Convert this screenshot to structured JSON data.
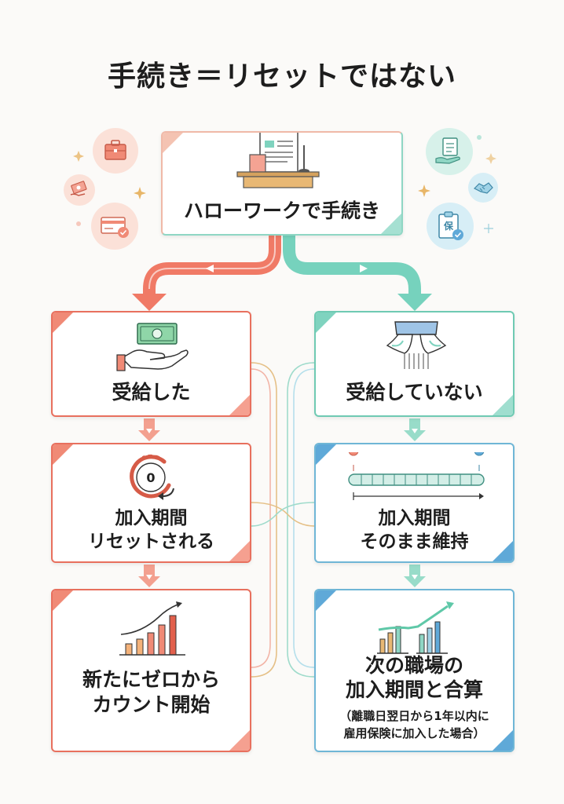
{
  "title": "手続き＝リセットではない",
  "nodes": {
    "start": "ハローワークで手続き",
    "received": "受給した",
    "not_received": "受給していない",
    "reset_line1": "加入期間",
    "reset_line2": "リセットされる",
    "keep_line1": "加入期間",
    "keep_line2": "そのまま維持",
    "zero_line1": "新たにゼロから",
    "zero_line2": "カウント開始",
    "combine_line1": "次の職場の",
    "combine_line2": "加入期間と合算",
    "combine_note1": "（離職日翌日から1年以内に",
    "combine_note2": "雇用保険に加入した場合）"
  },
  "icons": {
    "left_deco": [
      "briefcase-icon",
      "money-hand-icon",
      "card-check-icon"
    ],
    "right_deco": [
      "document-hand-icon",
      "handshake-icon",
      "insurance-clipboard-icon"
    ],
    "reset_badge": "0"
  },
  "colors": {
    "red": "#e8705e",
    "teal": "#6fcab3",
    "blue": "#5fa9d8"
  }
}
